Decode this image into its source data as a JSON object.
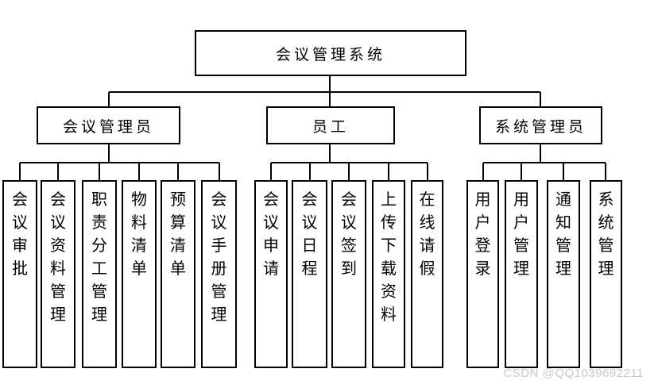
{
  "root": {
    "label": "会议管理系统"
  },
  "branches": [
    {
      "label": "会议管理员",
      "children": [
        "会议审批",
        "会议资料管理",
        "职责分工管理",
        "物料清单",
        "预算清单",
        "会议手册管理"
      ]
    },
    {
      "label": "员工",
      "children": [
        "会议申请",
        "会议日程",
        "会议签到",
        "上传下载资料",
        "在线请假"
      ]
    },
    {
      "label": "系统管理员",
      "children": [
        "用户登录",
        "用户管理",
        "通知管理",
        "系统管理"
      ]
    }
  ],
  "watermark": {
    "text": "CSDN @QQ1039692211",
    "color": "#c8c8c8"
  },
  "colors": {
    "line": "#000000",
    "box_border": "#000000",
    "background": "#ffffff",
    "text": "#000000"
  }
}
